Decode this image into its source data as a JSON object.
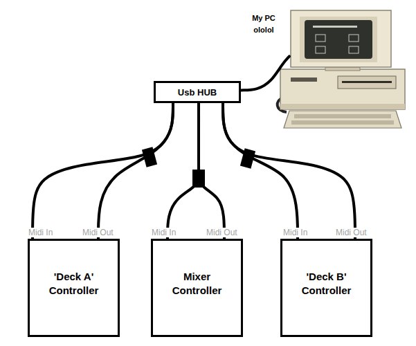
{
  "diagram": {
    "nodes": [
      {
        "text": [
          "My PC ololol"
        ]
      },
      {
        "text": [
          "Usb HUB"
        ]
      },
      {
        "text": [
          "'Deck A' Controller"
        ]
      },
      {
        "text": [
          "Mixer Controller"
        ]
      },
      {
        "text": [
          "'Deck B' Controller"
        ]
      }
    ],
    "edges": [
      {
        "from": 1,
        "to": 0,
        "arrow": "none"
      },
      {
        "from": 1,
        "to": 2,
        "arrow": "none"
      },
      {
        "from": 1,
        "to": 3,
        "arrow": "none"
      },
      {
        "from": 1,
        "to": 4,
        "arrow": "none"
      }
    ],
    "labels": [
      "Midi In",
      "Midi Out",
      "Midi In",
      "Midi Out",
      "Midi In",
      "Midi Out"
    ]
  }
}
